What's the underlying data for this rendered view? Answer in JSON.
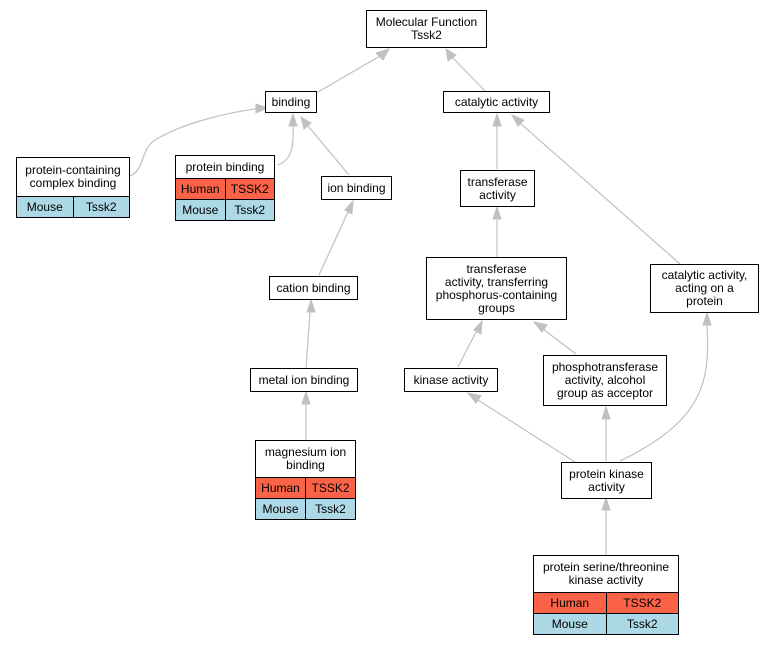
{
  "colors": {
    "human": "#fa6347",
    "mouse": "#add8e6",
    "edge": "#c0c0c0"
  },
  "nodes": {
    "root": {
      "title": "Molecular Function\nTssk2"
    },
    "binding": {
      "title": "binding"
    },
    "catalytic": {
      "title": "catalytic activity"
    },
    "pcc_binding": {
      "title": "protein-containing\ncomplex binding",
      "mouse": [
        "Mouse",
        "Tssk2"
      ]
    },
    "protein_binding": {
      "title": "protein binding",
      "human": [
        "Human",
        "TSSK2"
      ],
      "mouse": [
        "Mouse",
        "Tssk2"
      ]
    },
    "ion_binding": {
      "title": "ion binding"
    },
    "transferase": {
      "title": "transferase\nactivity"
    },
    "cation_binding": {
      "title": "cation binding"
    },
    "transferase_p": {
      "title": "transferase\nactivity, transferring\nphosphorus-containing\ngroups"
    },
    "catalytic_protein": {
      "title": "catalytic activity,\nacting on a\nprotein"
    },
    "metal_ion": {
      "title": "metal ion binding"
    },
    "kinase": {
      "title": "kinase activity"
    },
    "phosphotransferase": {
      "title": "phosphotransferase\nactivity, alcohol\ngroup as acceptor"
    },
    "magnesium": {
      "title": "magnesium ion\nbinding",
      "human": [
        "Human",
        "TSSK2"
      ],
      "mouse": [
        "Mouse",
        "Tssk2"
      ]
    },
    "protein_kinase": {
      "title": "protein kinase\nactivity"
    },
    "ser_thr_kinase": {
      "title": "protein serine/threonine\nkinase activity",
      "human": [
        "Human",
        "TSSK2"
      ],
      "mouse": [
        "Mouse",
        "Tssk2"
      ]
    }
  }
}
